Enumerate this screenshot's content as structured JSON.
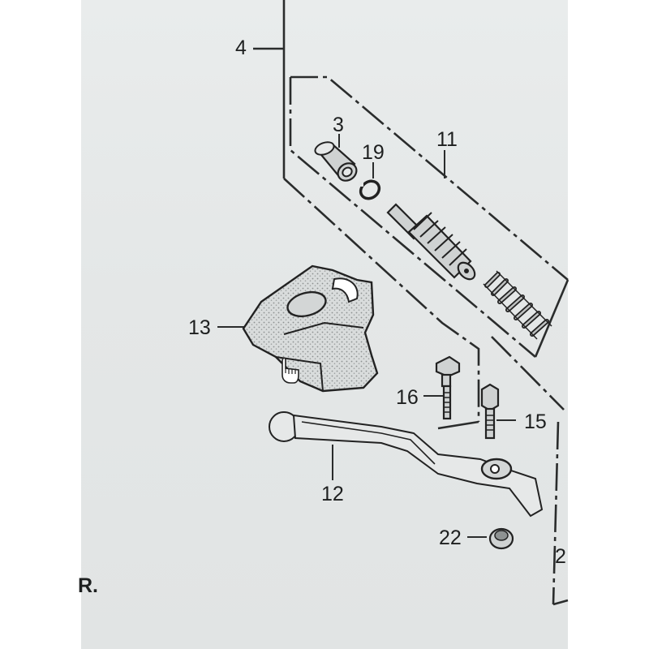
{
  "diagram": {
    "callouts": {
      "p4": "4",
      "p3": "3",
      "p19": "19",
      "p11": "11",
      "p13": "13",
      "p16": "16",
      "p15": "15",
      "p12": "12",
      "p22": "22",
      "p2": "2"
    },
    "edge_fragment": "R."
  }
}
